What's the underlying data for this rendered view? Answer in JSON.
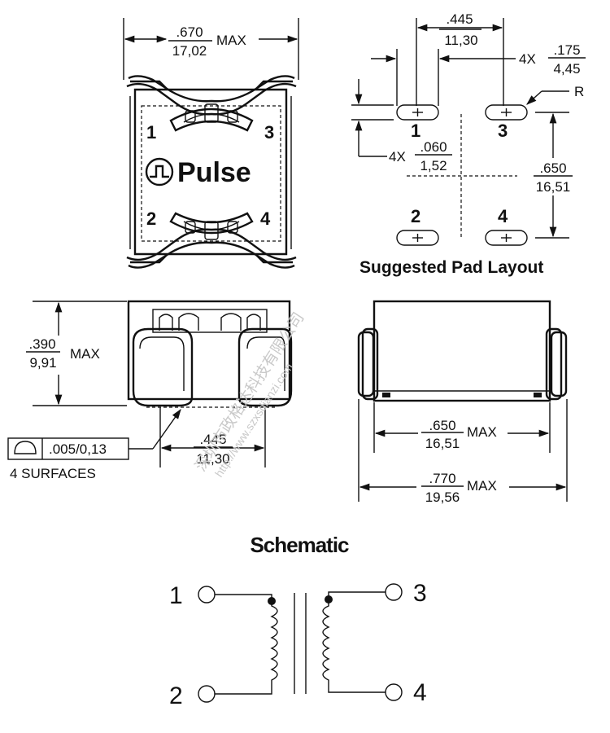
{
  "top_view": {
    "width_in": ".670",
    "width_mm": "17,02",
    "width_suffix": "MAX",
    "brand": "Pulse",
    "pins": [
      "1",
      "3",
      "2",
      "4"
    ]
  },
  "pad_layout": {
    "title": "Suggested Pad Layout",
    "pitch_in": ".445",
    "pitch_mm": "11,30",
    "pad_len_prefix": "4X",
    "pad_len_in": ".175",
    "pad_len_mm": "4,45",
    "radius_label": "R",
    "pad_w_prefix": "4X",
    "pad_w_in": ".060",
    "pad_w_mm": "1,52",
    "row_pitch_in": ".650",
    "row_pitch_mm": "16,51",
    "pins": [
      "1",
      "3",
      "2",
      "4"
    ]
  },
  "side_view": {
    "height_in": ".390",
    "height_mm": "9,91",
    "height_suffix": "MAX",
    "flatness": ".005/0,13",
    "surfaces_label": "4 SURFACES",
    "pitch_in": ".445",
    "pitch_mm": "11,30"
  },
  "end_view": {
    "body_in": ".650",
    "body_mm": "16,51",
    "body_suffix": "MAX",
    "overall_in": ".770",
    "overall_mm": "19,56",
    "overall_suffix": "MAX"
  },
  "schematic": {
    "title": "Schematic",
    "pins": [
      "1",
      "2",
      "3",
      "4"
    ]
  },
  "watermark": {
    "line1": "深圳市政格达科技有限公司",
    "line2": "http://www.szxsdianzi.com"
  }
}
